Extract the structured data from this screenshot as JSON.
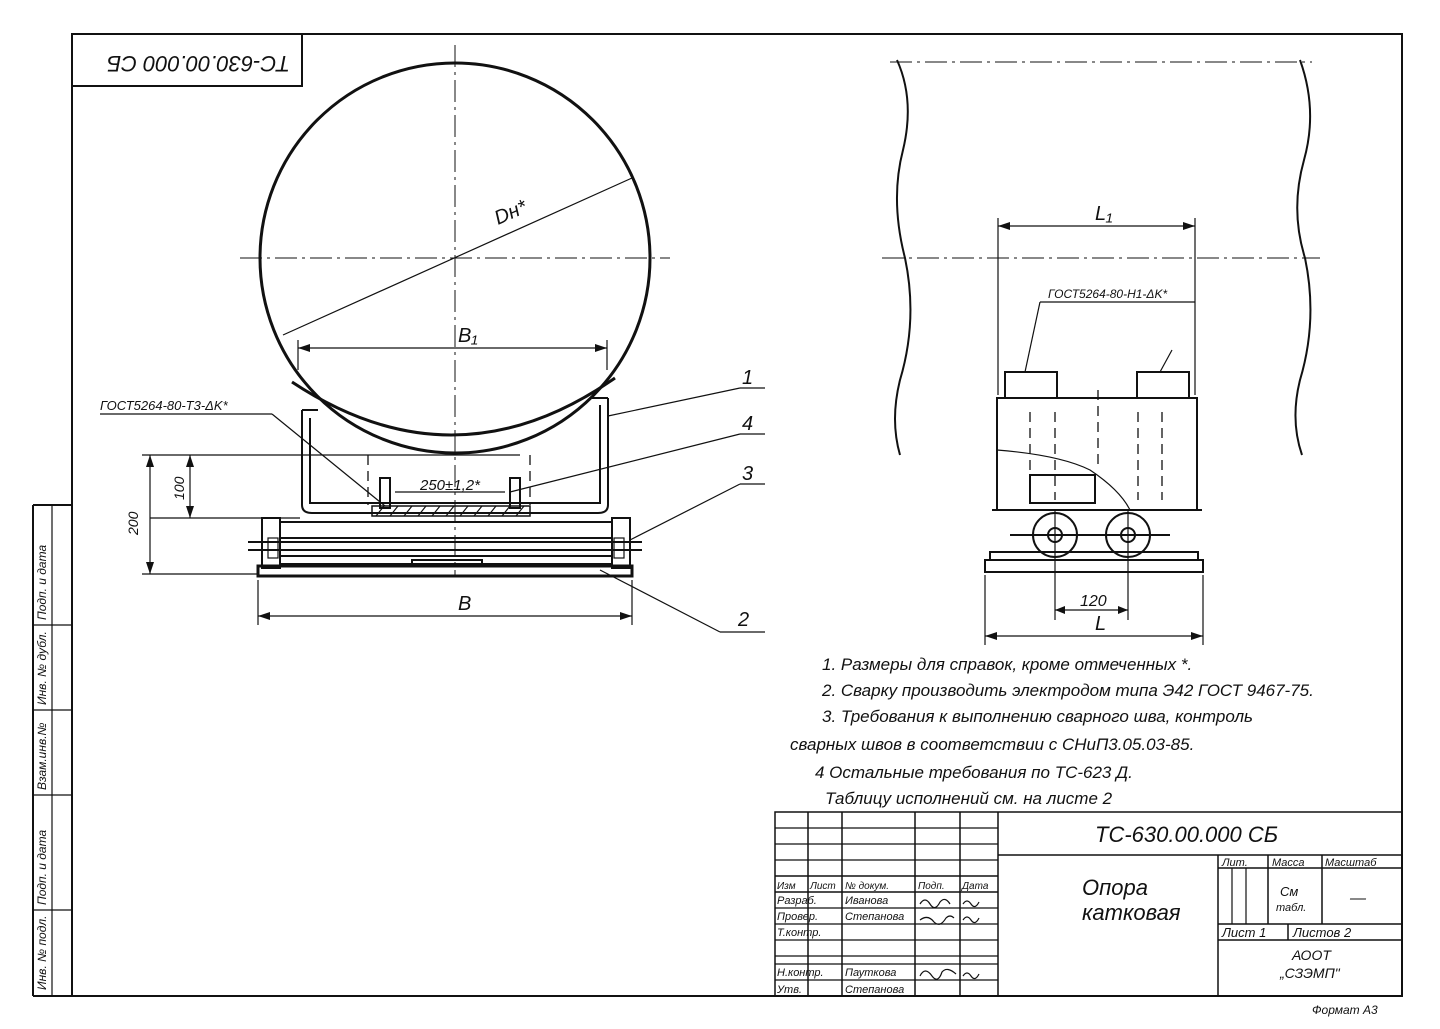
{
  "stamp": {
    "code": "ТС-630.00.000 СБ"
  },
  "left_view": {
    "dn_label": "Dн*",
    "b1_label": "B₁",
    "b_label": "B",
    "weld_label": "ГОСТ5264-80-Т3-ΔK*",
    "dim_250": "250±1,2*",
    "dim_100": "100",
    "dim_200": "200",
    "callouts": [
      "1",
      "4",
      "3",
      "2"
    ]
  },
  "right_view": {
    "l1_label": "L₁",
    "l_label": "L",
    "dim_120": "120",
    "weld_label": "ГОСТ5264-80-Н1-ΔK*"
  },
  "notes": [
    "1. Размеры для справок, кроме отмеченных *.",
    "2. Сварку производить электродом типа Э42 ГОСТ 9467-75.",
    "3. Требования к выполнению сварного шва, контроль",
    "сварных швов в соответствии с СНиП3.05.03-85.",
    "4 Остальные требования по ТС-623 Д.",
    "Таблицу исполнений см. на листе 2"
  ],
  "side_strip": [
    "Инв. № подл.",
    "Подп. и дата",
    "Взам.инв.№",
    "Инв. № дубл.",
    "Подп. и дата"
  ],
  "title_block": {
    "doc_code": "ТС-630.00.000 СБ",
    "name_line1": "Опора",
    "name_line2": "катковая",
    "col_headers": [
      "Изм",
      "Лист",
      "№ докум.",
      "Подп.",
      "Дата"
    ],
    "rows": [
      {
        "role": "Разраб.",
        "name": "Иванова"
      },
      {
        "role": "Провер.",
        "name": "Степанова"
      },
      {
        "role": "Т.контр.",
        "name": ""
      },
      {
        "role": "Н.контр.",
        "name": "Пауткова"
      },
      {
        "role": "Утв.",
        "name": "Степанова"
      }
    ],
    "lit_label": "Лит.",
    "mass_label": "Масса",
    "scale_label": "Масштаб",
    "mass_value_1": "См",
    "mass_value_2": "табл.",
    "scale_value": "—",
    "sheet_label": "Лист 1",
    "sheets_label": "Листов 2",
    "org_line1": "АООТ",
    "org_line2": "„СЗЭМП\""
  },
  "format_label": "Формат А3"
}
